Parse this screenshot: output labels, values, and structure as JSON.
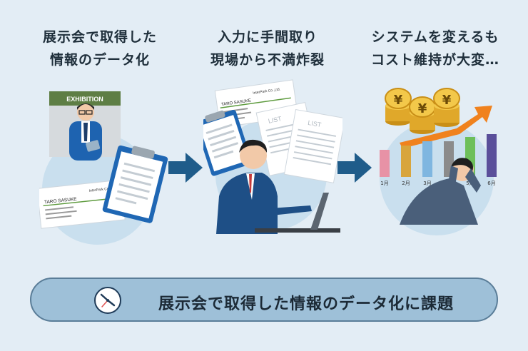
{
  "columns": [
    {
      "line1": "展示会で取得した",
      "line2": "情報のデータ化"
    },
    {
      "line1": "入力に手間取り",
      "line2": "現場から不満炸裂"
    },
    {
      "line1": "システムを変えるも",
      "line2": "コスト維持が大変…"
    }
  ],
  "scene1": {
    "booth_sign": "EXHIBITION",
    "card_company": "InterPark Co.,Ltd.",
    "card_name": "TARO SASUKE"
  },
  "scene2": {
    "card_company": "InterPark Co.,Ltd.",
    "card_name": "TARO SASUKE",
    "list_label_1": "LIST",
    "list_label_2": "LIST"
  },
  "scene3": {
    "currency_symbol": "¥",
    "month_labels": [
      "1月",
      "2月",
      "3月",
      "4月",
      "5月",
      "6月"
    ]
  },
  "banner": {
    "text": "展示会で取得した情報のデータ化に課題"
  },
  "colors": {
    "background": "#e3edf5",
    "circle": "#c9dfee",
    "arrow": "#1f5c8a",
    "banner_fill": "#9ec0d8",
    "banner_border": "#5a7d98",
    "bars": [
      "#e792a6",
      "#d8a53c",
      "#7fb6e0",
      "#8b8b8b",
      "#6dbf5a",
      "#5a4f9a"
    ],
    "trend_arrow": "#f0821e"
  }
}
